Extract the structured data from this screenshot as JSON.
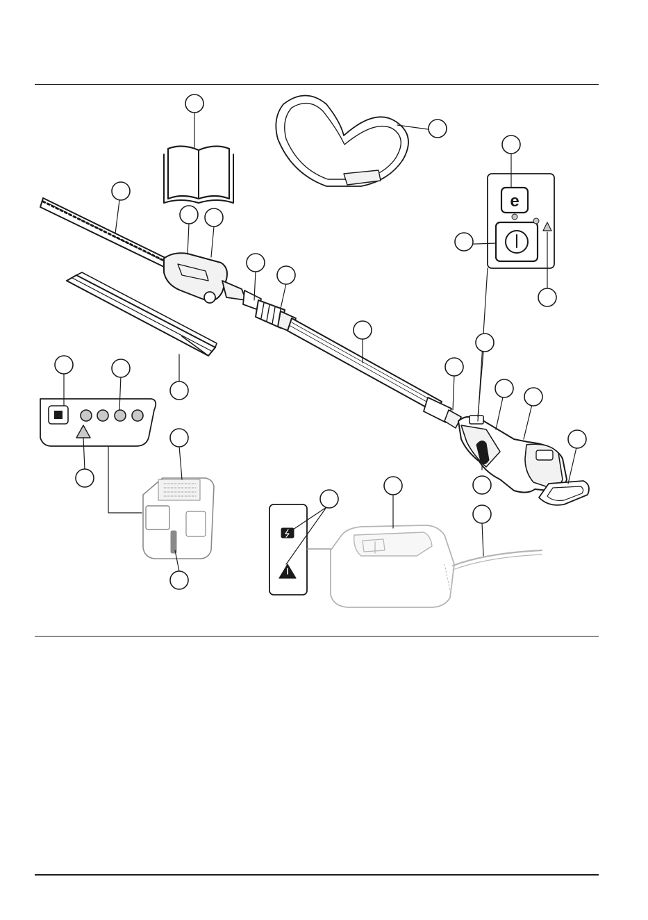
{
  "page": {
    "description_lines": 3
  },
  "figure": {
    "callout_count": 25,
    "line_color": "#1a1a1a",
    "fill_light": "#f2f2f2",
    "charger_color": "#c9c9c9",
    "icons": {
      "manual": "open-book-icon",
      "harness": "shoulder-strap-icon",
      "eco_button": "eco-mode-icon",
      "power_button": "power-icon",
      "warning": "warning-triangle-icon",
      "battery_charging": "battery-charging-icon"
    },
    "battery_indicator_leds": 4
  }
}
